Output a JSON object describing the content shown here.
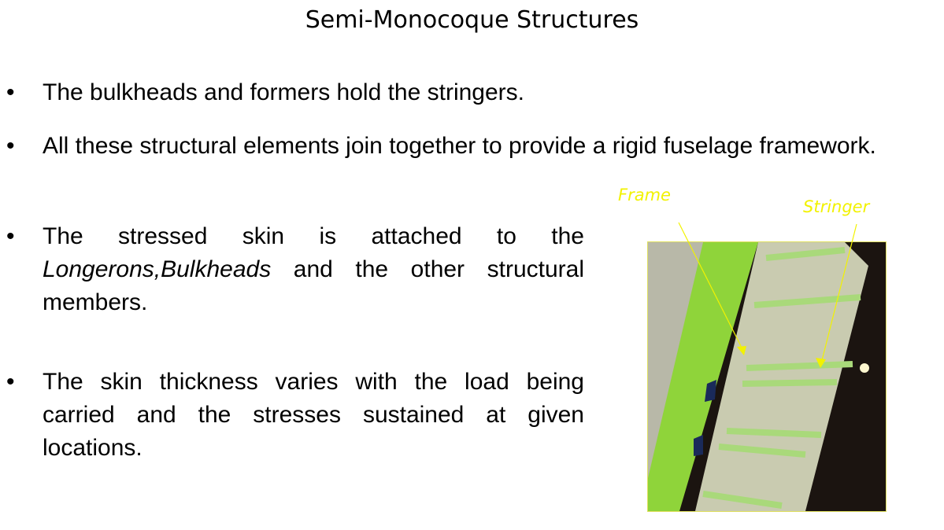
{
  "slide": {
    "title": "Semi-Monocoque Structures",
    "bullet_glyph": "•",
    "bullets": [
      {
        "text": "The bulkheads and formers hold the stringers."
      },
      {
        "text": "All these structural elements join together to provide a rigid fuselage framework."
      },
      {
        "text_pre": "The stressed skin is attached to the ",
        "text_italic": "Longerons,Bulkheads",
        "text_post": " and the other structural members."
      },
      {
        "text": "The skin thickness varies with the load being carried and the stresses sustained at given locations."
      }
    ],
    "figure": {
      "description": "Photo of fuselage interior showing green frame and stringers",
      "labels": {
        "frame": "Frame",
        "stringer": "Stringer"
      },
      "label_color": "#f2f200"
    }
  }
}
